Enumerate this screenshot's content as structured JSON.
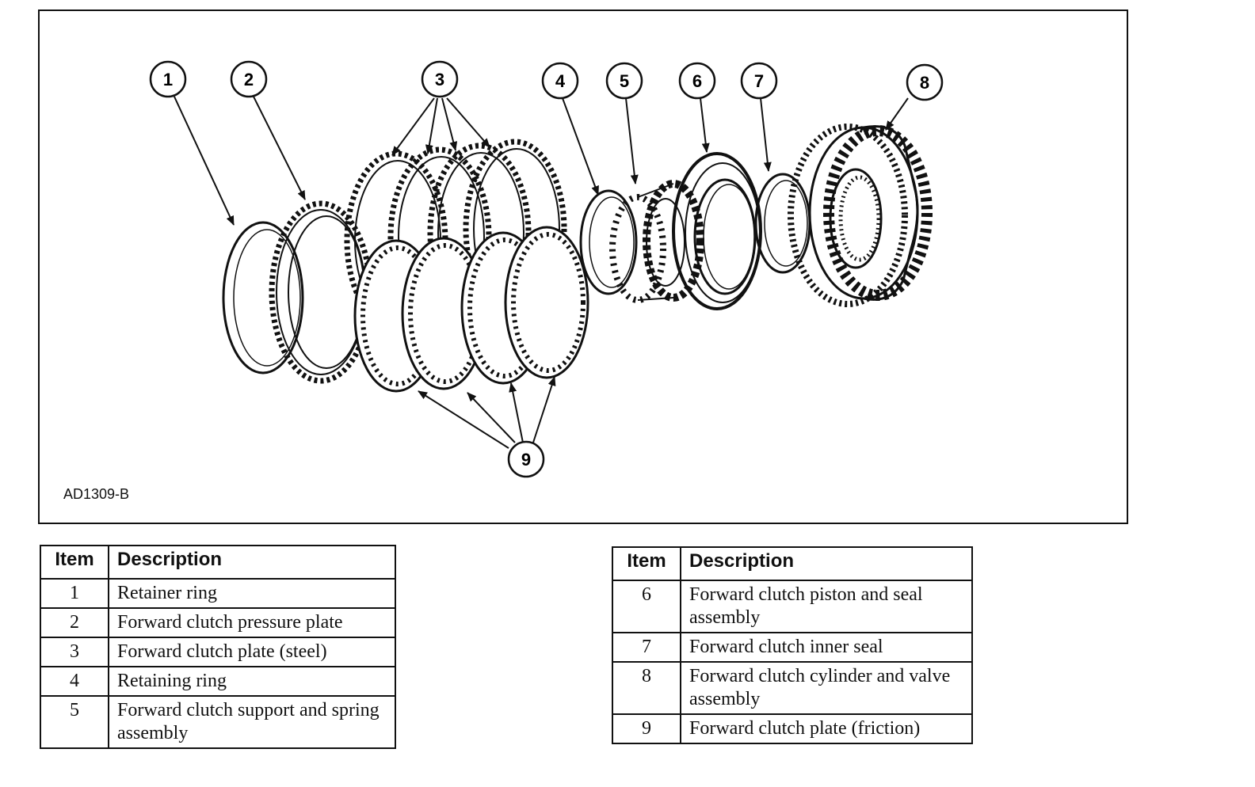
{
  "figure": {
    "code": "AD1309-B",
    "callouts": [
      "1",
      "2",
      "3",
      "4",
      "5",
      "6",
      "7",
      "8",
      "9"
    ]
  },
  "legend": {
    "header_item": "Item",
    "header_description": "Description",
    "left_rows": [
      {
        "item": "1",
        "description": "Retainer ring"
      },
      {
        "item": "2",
        "description": "Forward clutch pressure plate"
      },
      {
        "item": "3",
        "description": "Forward clutch plate (steel)"
      },
      {
        "item": "4",
        "description": "Retaining ring"
      },
      {
        "item": "5",
        "description": "Forward clutch support and spring assembly"
      }
    ],
    "right_rows": [
      {
        "item": "6",
        "description": "Forward clutch piston and seal assembly"
      },
      {
        "item": "7",
        "description": "Forward clutch inner seal"
      },
      {
        "item": "8",
        "description": "Forward clutch cylinder and valve assembly"
      },
      {
        "item": "9",
        "description": "Forward clutch plate (friction)"
      }
    ]
  }
}
